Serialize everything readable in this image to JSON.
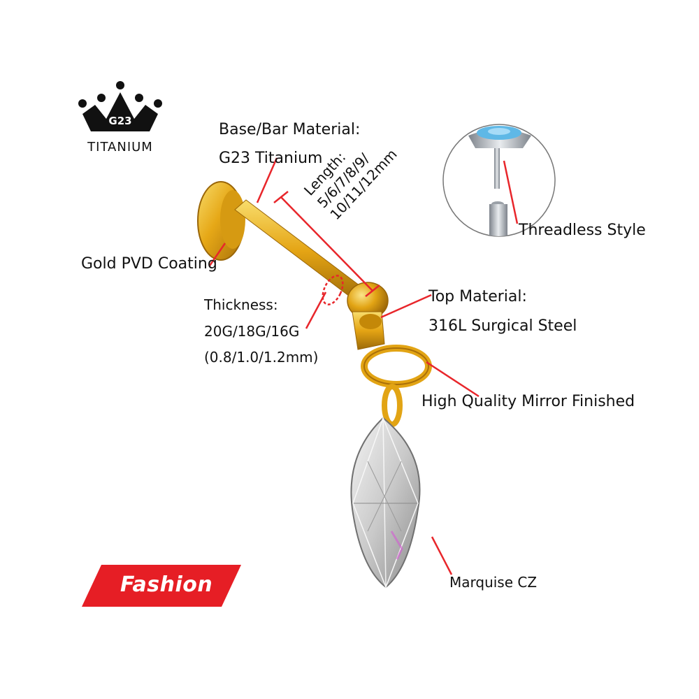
{
  "logo": {
    "grade": "G23",
    "material": "TITANIUM"
  },
  "labels": {
    "base_title": "Base/Bar Material:",
    "base_value": "G23 Titanium",
    "coating": "Gold PVD Coating",
    "length_title": "Length:",
    "length_line1": "5/6/7/8/9/",
    "length_line2": "10/11/12mm",
    "thickness_title": "Thickness:",
    "thickness_gauge": "20G/18G/16G",
    "thickness_mm": "(0.8/1.0/1.2mm)",
    "threadless": "Threadless Style",
    "top_title": "Top Material:",
    "top_value": "316L Surgical Steel",
    "finish": "High Quality Mirror Finished",
    "gem": "Marquise CZ"
  },
  "badge": {
    "text": "Fashion"
  },
  "colors": {
    "gold": "#e1a513",
    "gold_light": "#f6d45a",
    "gold_dark": "#a6700a",
    "pointer_red": "#e8262b",
    "badge_red": "#e61e25",
    "silver": "#c8ccd2",
    "opal_blue": "#5fb8e6"
  },
  "icons": [
    "crown-icon"
  ]
}
